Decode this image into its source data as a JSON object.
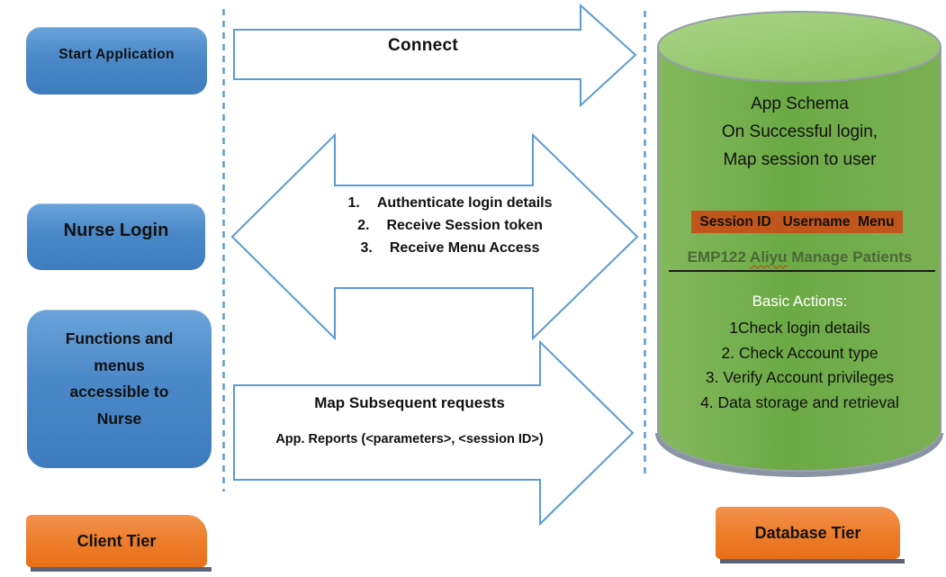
{
  "diagram": {
    "client": {
      "step_start": "Start Application",
      "step_login": "Nurse Login",
      "functions_lines": [
        "Functions and",
        "menus",
        "accessible to",
        "Nurse"
      ],
      "tier_label": "Client Tier"
    },
    "arrows": {
      "connect": {
        "label": "Connect",
        "direction": "right"
      },
      "session": {
        "direction": "both",
        "items": [
          {
            "num": "1.",
            "text": "Authenticate login details"
          },
          {
            "num": "2.",
            "text": "Receive Session token"
          },
          {
            "num": "3.",
            "text": "Receive Menu Access"
          }
        ]
      },
      "requests": {
        "direction": "right",
        "label": "Map Subsequent requests",
        "sublabel": "App. Reports (<parameters>, <session ID>)"
      }
    },
    "database": {
      "header_lines": [
        "App Schema",
        "On Successful login,",
        "Map session to user"
      ],
      "table_header": "Session ID   Username  Menu",
      "table_row": {
        "prefix": "EMP122 ",
        "misspelled": "Aliyu",
        "suffix": " Manage Patients"
      },
      "actions_title": "Basic Actions:",
      "actions": [
        "1Check login details",
        "2. Check Account type",
        "3. Verify Account privileges",
        "4. Data storage and retrieval"
      ],
      "tier_label": "Database Tier"
    },
    "colors": {
      "box_blue": "#4a88c8",
      "arrow_outline": "#5b9bd5",
      "cylinder_green": "#6caa45",
      "cylinder_top_green": "#9cca75",
      "cylinder_border_gray": "#969eaa",
      "table_header_bg": "#c0561c",
      "row_text_green": "#4b6838",
      "tier_orange": "#ec7c28",
      "tier_shadow_gray": "#5a6273"
    }
  }
}
